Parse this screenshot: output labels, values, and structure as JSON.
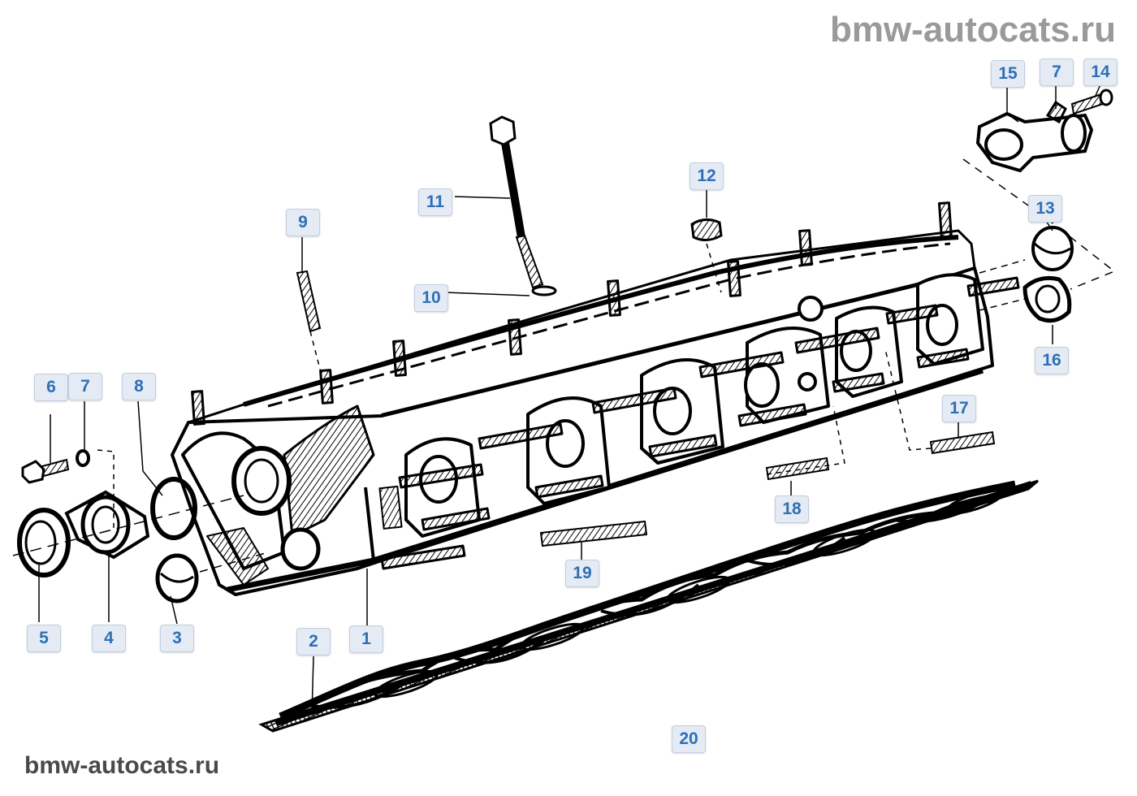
{
  "watermark": {
    "top": "bmw-autocats.ru",
    "bottom": "bmw-autocats.ru"
  },
  "colors": {
    "callout_text": "#2f6fb5",
    "callout_bg": "#e4ebf4",
    "line_art": "#000000",
    "watermark": "#9a9a9a"
  },
  "callouts": [
    {
      "id": "c15",
      "label": "15"
    },
    {
      "id": "c7a",
      "label": "7"
    },
    {
      "id": "c14",
      "label": "14"
    },
    {
      "id": "c12",
      "label": "12"
    },
    {
      "id": "c11",
      "label": "11"
    },
    {
      "id": "c9",
      "label": "9"
    },
    {
      "id": "c13",
      "label": "13"
    },
    {
      "id": "c10",
      "label": "10"
    },
    {
      "id": "c6",
      "label": "6"
    },
    {
      "id": "c7b",
      "label": "7"
    },
    {
      "id": "c8",
      "label": "8"
    },
    {
      "id": "c16",
      "label": "16"
    },
    {
      "id": "c17",
      "label": "17"
    },
    {
      "id": "c18",
      "label": "18"
    },
    {
      "id": "c19",
      "label": "19"
    },
    {
      "id": "c5",
      "label": "5"
    },
    {
      "id": "c4",
      "label": "4"
    },
    {
      "id": "c3",
      "label": "3"
    },
    {
      "id": "c2",
      "label": "2"
    },
    {
      "id": "c1",
      "label": "1"
    },
    {
      "id": "c20",
      "label": "20"
    }
  ]
}
